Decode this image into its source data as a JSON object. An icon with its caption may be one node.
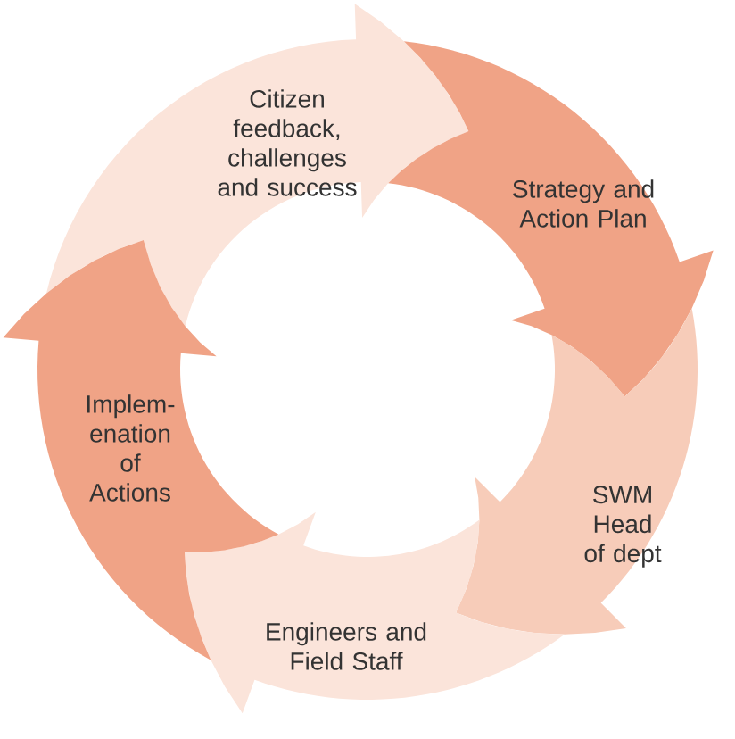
{
  "diagram": {
    "nodes": [
      {
        "text": [
          "Citizen feedback, challenges and success"
        ]
      },
      {
        "text": [
          "Strategy and Action Plan"
        ]
      },
      {
        "text": [
          "SWM Head of dept"
        ]
      },
      {
        "text": [
          "Engineers and Field Staff"
        ]
      },
      {
        "text": [
          "Implem- enation of Actions"
        ]
      }
    ]
  }
}
